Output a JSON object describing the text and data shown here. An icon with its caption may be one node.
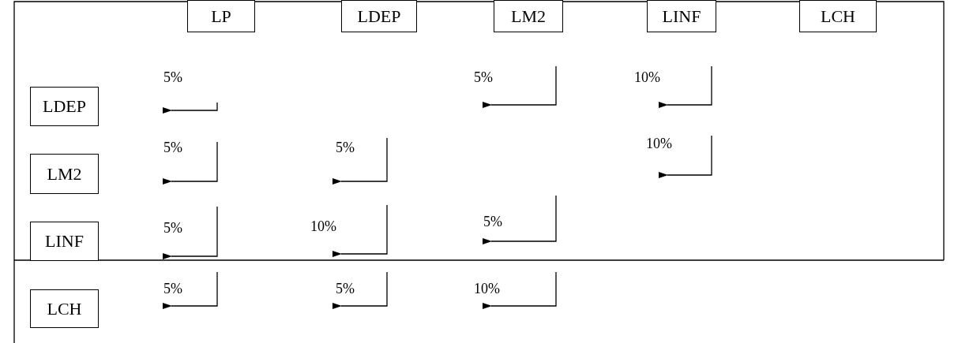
{
  "diagram": {
    "nodes": [
      {
        "text": [
          "LP"
        ]
      },
      {
        "text": [
          "LDEP"
        ]
      },
      {
        "text": [
          "LM2"
        ]
      },
      {
        "text": [
          "LINF"
        ]
      },
      {
        "text": [
          "LCH"
        ]
      },
      {
        "text": [
          "LDEP"
        ]
      },
      {
        "text": [
          "LM2"
        ]
      },
      {
        "text": [
          "LINF"
        ]
      },
      {
        "text": [
          "LCH"
        ]
      }
    ],
    "edges": [],
    "labels": [
      "5%",
      "5%",
      "10%",
      "5%",
      "5%",
      "10%",
      "5%",
      "10%",
      "5%",
      "5%",
      "5%",
      "10%"
    ]
  }
}
